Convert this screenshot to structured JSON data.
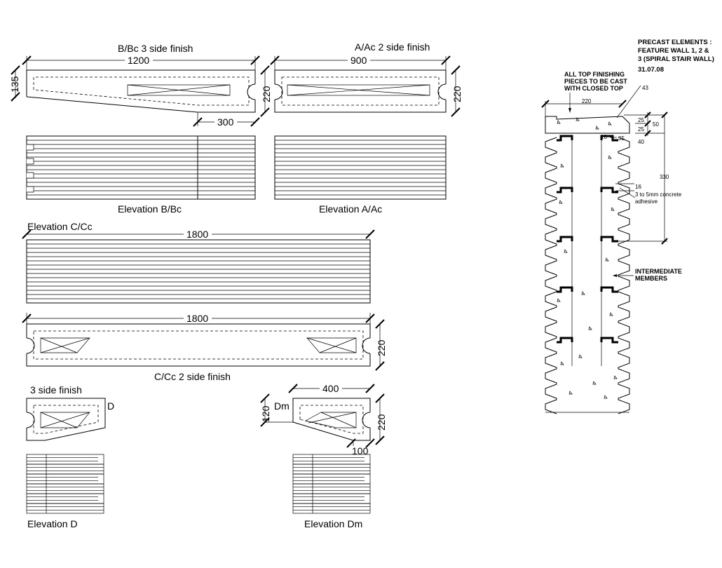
{
  "drawing": {
    "labels": {
      "bbc_title": "B/Bc 3 side finish",
      "aac_title": "A/Ac  2 side finish",
      "elev_bbc": "Elevation B/Bc",
      "elev_aac": "Elevation A/Ac",
      "elev_ccc": "Elevation C/Cc",
      "ccc_title": "C/Cc 2 side finish",
      "d_title": "3 side finish",
      "d_mark": "D",
      "dm_mark": "Dm",
      "elev_d": "Elevation D",
      "elev_dm": "Elevation Dm"
    },
    "dims": {
      "bbc_len": "1200",
      "bbc_h": "135",
      "bbc_w": "220",
      "bbc_300": "300",
      "aac_len": "900",
      "aac_w": "220",
      "ccc_elev_len": "1800",
      "ccc_len": "1800",
      "ccc_w": "220",
      "dm_len": "400",
      "dm_h": "120",
      "dm_w": "220",
      "dm_100": "100"
    },
    "header": {
      "line1": "PRECAST ELEMENTS :",
      "line2": "FEATURE WALL 1, 2 &",
      "line3": "3 (SPIRAL STAIR WALL)",
      "date": "31.07.08"
    },
    "section": {
      "note_top_1": "ALL TOP FINISHING",
      "note_top_2": "PIECES TO BE CAST",
      "note_top_3": "WITH CLOSED TOP",
      "note_adh_1": "3 to 5mm concrete",
      "note_adh_2": "adhesive",
      "note_int_1": "INTERMEDIATE",
      "note_int_2": "MEMBERS",
      "d220": "220",
      "d43": "43",
      "d25a": "25",
      "d25b": "25",
      "d50": "50",
      "d35": "35",
      "d16a": "16",
      "d40": "40",
      "d330": "330",
      "d16b": "16"
    }
  }
}
